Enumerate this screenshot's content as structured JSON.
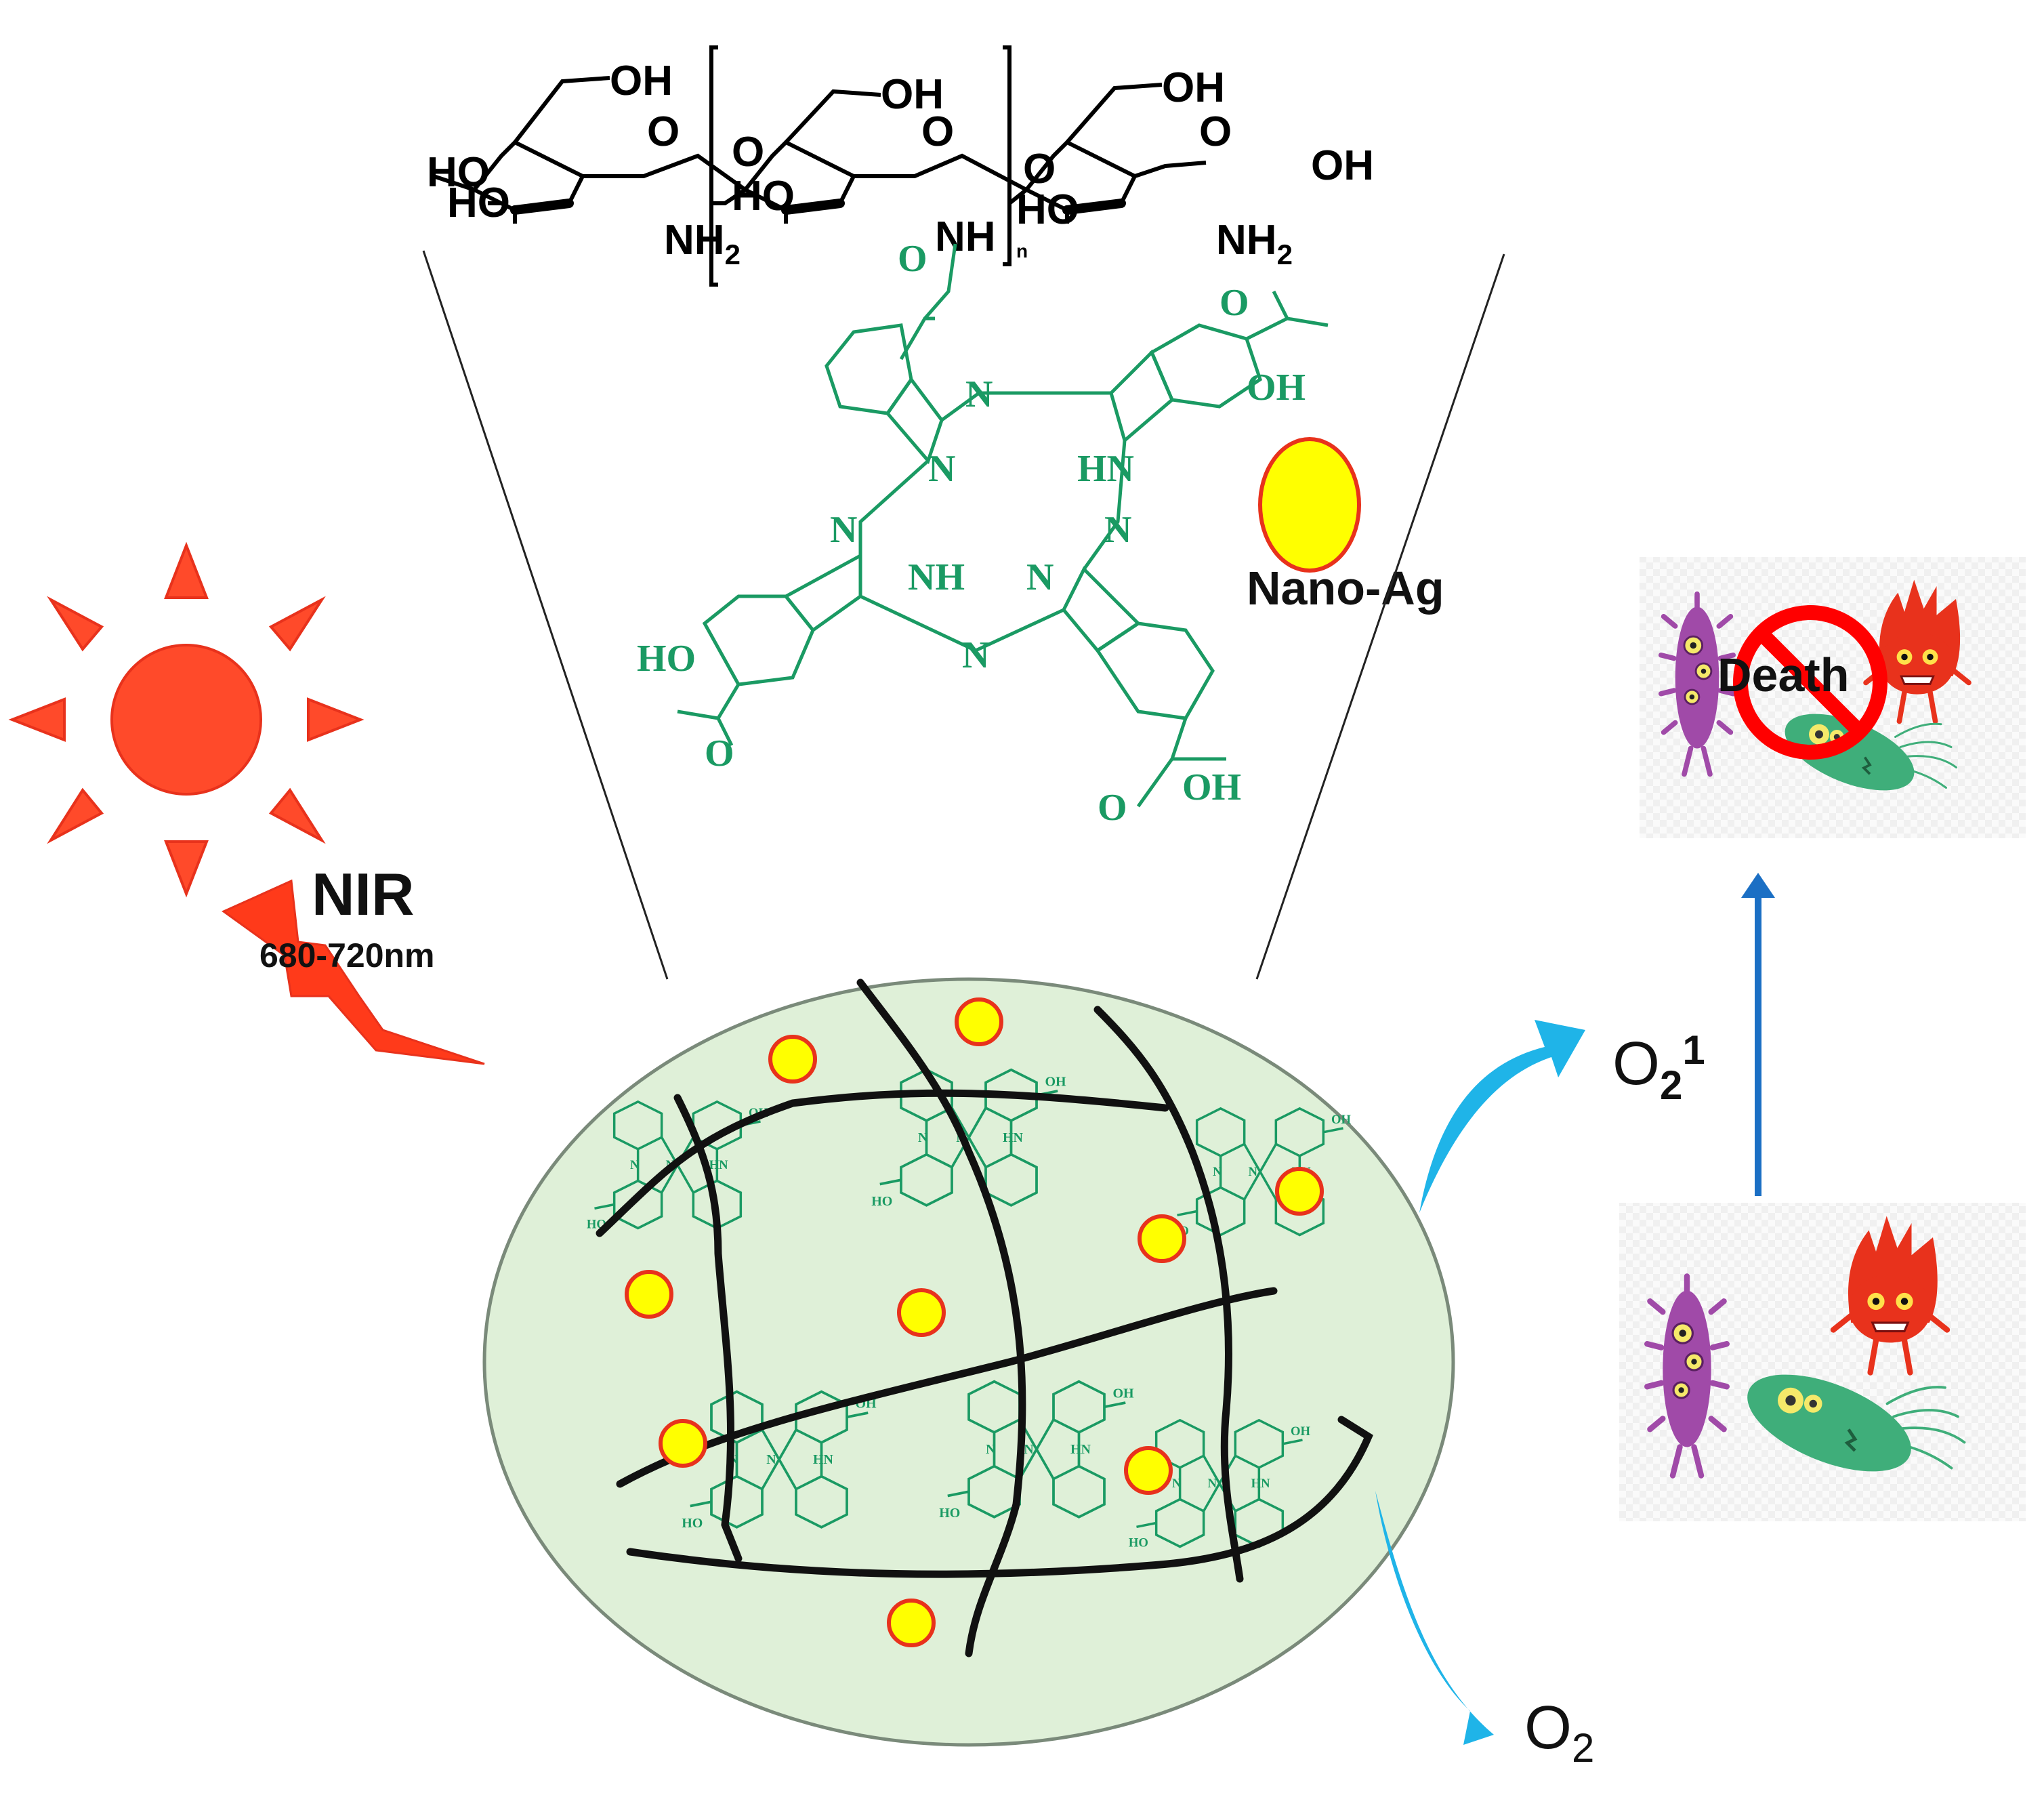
{
  "chitosan": {
    "oh_top_1": "OH",
    "oh_top_2": "OH",
    "oh_top_3": "OH",
    "ho_1": "HO",
    "ho_2": "HO",
    "ho_3": "HO",
    "ho_4": "HO",
    "o_ring_1": "O",
    "o_ring_2": "O",
    "o_ring_3": "O",
    "o_link_1": "O",
    "o_link_2": "O",
    "oh_end": "OH",
    "nh2_1": "NH",
    "nh2_2": "NH",
    "nh": "NH",
    "sub_2": "2",
    "repeat_n": "n"
  },
  "phthalocyanine": {
    "carbonyl_o": "O",
    "n_bridge_top": "N",
    "n_left_pyrrole": "N",
    "hn_right": "HN",
    "n_bridge_left": "N",
    "n_bridge_right": "N",
    "nh_lower_left": "NH",
    "n_lower_right": "N",
    "n_bridge_bottom": "N",
    "cooh_tr_o": "O",
    "cooh_tr_oh": "OH",
    "cooh_bl_ho": "HO",
    "cooh_bl_o": "O",
    "cooh_br_o": "O",
    "cooh_br_oh": "OH"
  },
  "labels": {
    "nano_ag": "Nano-Ag",
    "nir": "NIR",
    "wavelength": "680-720nm",
    "death": "Death",
    "singlet_o": "O",
    "singlet_sub": "2",
    "singlet_sup": "1",
    "oxygen_o": "O",
    "oxygen_sub": "2"
  },
  "colors": {
    "sun": "#ff4a2a",
    "sun_outline": "#e8321c",
    "lightning": "#ff3a1a",
    "chem_green": "#1a9a63",
    "nano_fill": "#ffff00",
    "nano_outline": "#e8321c",
    "gel_fill": "#dff0d8",
    "gel_outline": "#7a8a7a",
    "arrow_cyan": "#1fb4e8",
    "arrow_blue": "#1b6fc4",
    "no_sign": "#ff0000",
    "bacteria_purple": "#a04aa8",
    "bacteria_green": "#3fae7a",
    "bacteria_red": "#e8321c"
  },
  "icons": [
    "sun-icon",
    "lightning-icon",
    "nano-ag-particle-icon",
    "prohibition-icon",
    "bacteria-icon"
  ]
}
